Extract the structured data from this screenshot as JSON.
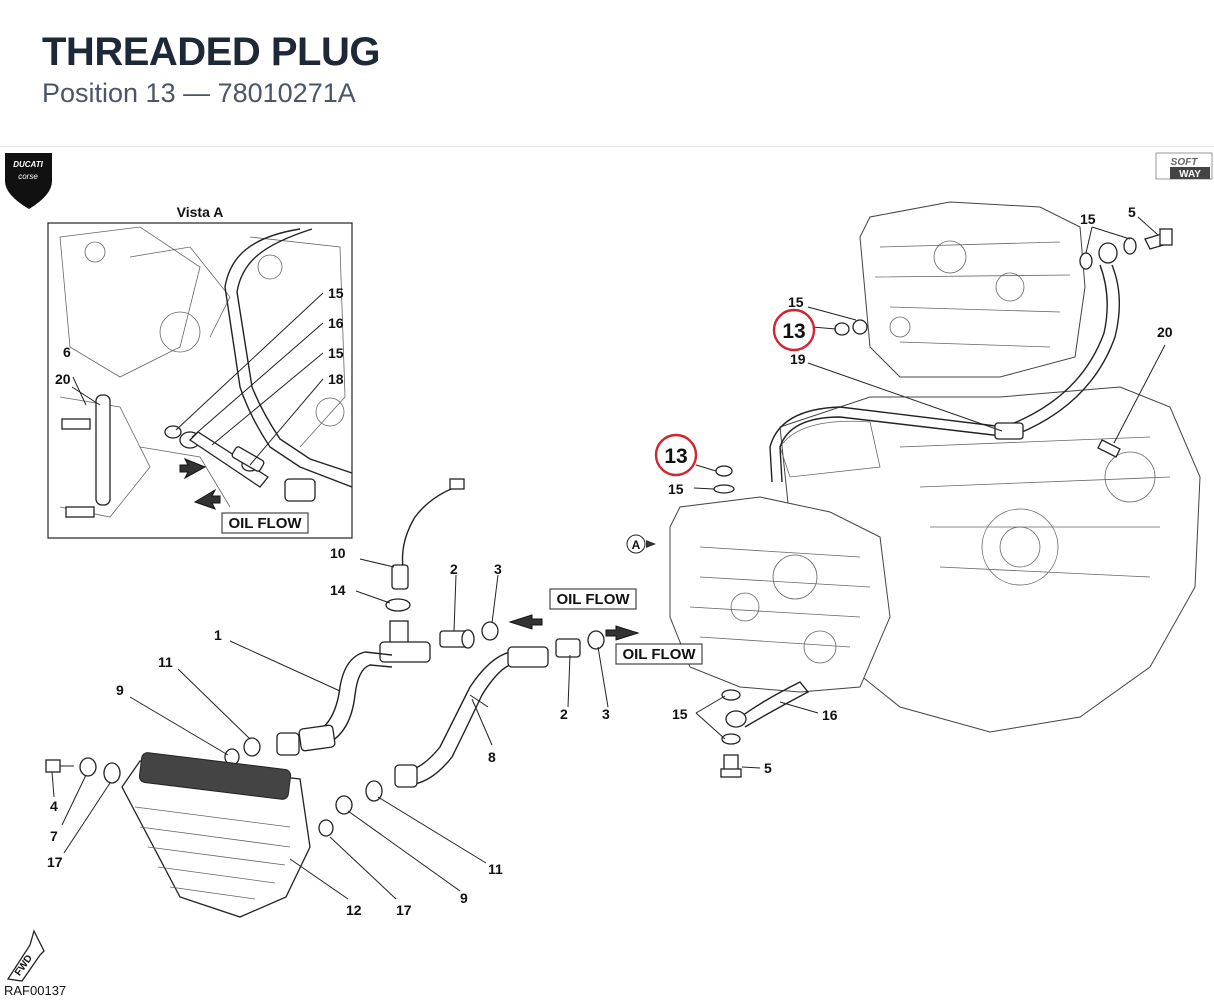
{
  "header": {
    "title": "THREADED PLUG",
    "subtitle": "Position 13 — 78010271A"
  },
  "diagram": {
    "logo_left": "DUCATI corse",
    "logo_right": "SOFT WAY",
    "inset_title": "Vista A",
    "oil_flow": "OIL FLOW",
    "view_marker": "A",
    "highlight": "13",
    "highlight_color": "#d0262f",
    "fwd": "FWD",
    "drawing_code": "RAF00137",
    "callouts": {
      "c1": "1",
      "c2": "2",
      "c3": "3",
      "c4": "4",
      "c5": "5",
      "c6": "6",
      "c7": "7",
      "c8": "8",
      "c9": "9",
      "c10": "10",
      "c11": "11",
      "c12": "12",
      "c14": "14",
      "c15": "15",
      "c16": "16",
      "c17": "17",
      "c18": "18",
      "c19": "19",
      "c20": "20"
    }
  }
}
